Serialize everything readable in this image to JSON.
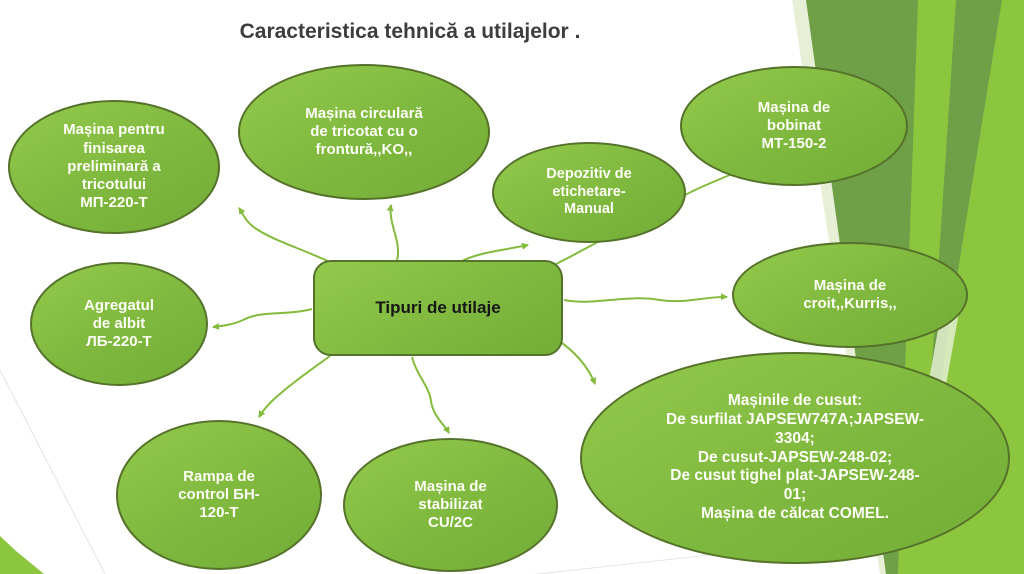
{
  "slide": {
    "title": "Caracteristica tehnică a utilajelor .",
    "center_label": "Tipuri de utilaje"
  },
  "nodes": [
    {
      "name": "finisare-preliminara",
      "label": "Mașina pentru\nfinisarea\npreliminară a\ntricotului\nМП-220-Т"
    },
    {
      "name": "tricotat-circular",
      "label": "Mașina circulară\nde tricotat cu o\nfrontură,,KO,,"
    },
    {
      "name": "depozitiv-etichetare",
      "label": "Depozitiv de\netichetare-\nManual"
    },
    {
      "name": "masina-bobinat",
      "label": "Mașina de\nbobinat\nМТ-150-2"
    },
    {
      "name": "masina-croit",
      "label": "Mașina de\ncroit,,Kurris,,"
    },
    {
      "name": "masini-cusut",
      "label": "Mașinile de cusut:\nDe surfilat JAPSEW747A;JAPSEW-\n3304;\nDe cusut-JAPSEW-248-02;\nDe cusut tighel plat-JAPSEW-248-\n01;\nMașina de călcat COMEL."
    },
    {
      "name": "agregat-albit",
      "label": "Agregatul\nde albit\nЛБ-220-Т"
    },
    {
      "name": "rampa-control",
      "label": "Rampa de\ncontrol БН-\n120-Т"
    },
    {
      "name": "masina-stabilizat",
      "label": "Mașina de\nstabilizat\nCU/2C"
    }
  ],
  "colors": {
    "node_fill": "#7fb83e",
    "node_border": "#55722b",
    "connector": "#84bb3c",
    "accent_bright": "#8cc63f",
    "accent_medium": "#6fa047",
    "accent_dark": "#527f2f",
    "title_text": "#3d3d3d",
    "node_text": "#fdfef6"
  }
}
